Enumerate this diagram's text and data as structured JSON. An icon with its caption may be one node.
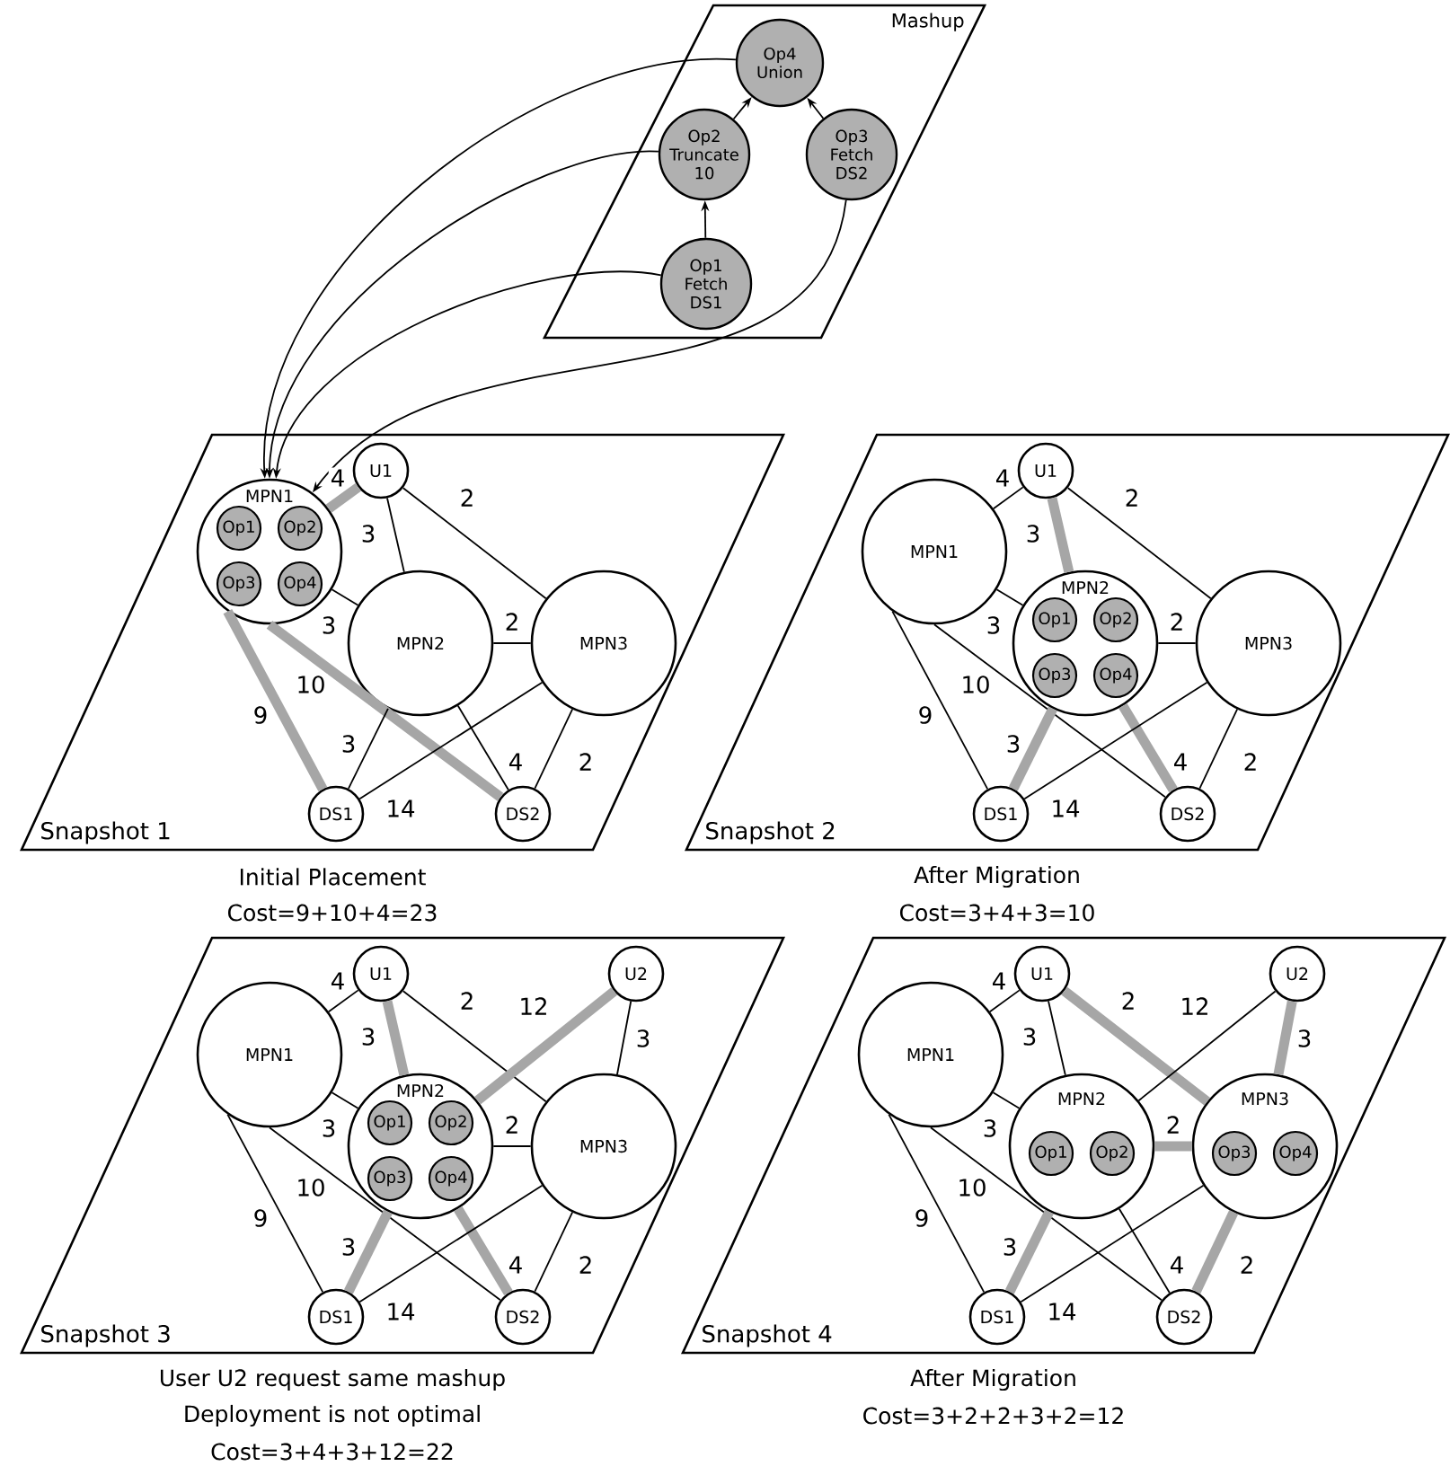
{
  "diagram": {
    "nodes": [
      {
        "text": [
          "Mashup"
        ]
      },
      {
        "text": [
          "Op4 Union"
        ],
        "in": 0
      },
      {
        "text": [
          "Op2 Truncate 10"
        ],
        "in": 0
      },
      {
        "text": [
          "Op3 Fetch DS2"
        ],
        "in": 0
      },
      {
        "text": [
          "Op1 Fetch DS1"
        ],
        "in": 0
      },
      {
        "text": [
          "Snapshot 1"
        ],
        "beside": [
          "Initial Placement",
          "Cost=9+10+4=23"
        ]
      },
      {
        "text": [
          "U1"
        ],
        "in": 5
      },
      {
        "text": [
          "MPN1"
        ],
        "in": 5
      },
      {
        "text": [
          "Op1"
        ],
        "in": 7
      },
      {
        "text": [
          "Op2"
        ],
        "in": 7
      },
      {
        "text": [
          "Op3"
        ],
        "in": 7
      },
      {
        "text": [
          "Op4"
        ],
        "in": 7
      },
      {
        "text": [
          "MPN2"
        ],
        "in": 5
      },
      {
        "text": [
          "MPN3"
        ],
        "in": 5
      },
      {
        "text": [
          "DS1"
        ],
        "in": 5
      },
      {
        "text": [
          "DS2"
        ],
        "in": 5
      },
      {
        "text": [
          "Snapshot 2"
        ],
        "beside": [
          "After Migration",
          "Cost=3+4+3=10"
        ]
      },
      {
        "text": [
          "U1"
        ],
        "in": 16
      },
      {
        "text": [
          "MPN1"
        ],
        "in": 16
      },
      {
        "text": [
          "MPN2"
        ],
        "in": 16
      },
      {
        "text": [
          "Op1"
        ],
        "in": 19
      },
      {
        "text": [
          "Op2"
        ],
        "in": 19
      },
      {
        "text": [
          "Op3"
        ],
        "in": 19
      },
      {
        "text": [
          "Op4"
        ],
        "in": 19
      },
      {
        "text": [
          "MPN3"
        ],
        "in": 16
      },
      {
        "text": [
          "DS1"
        ],
        "in": 16
      },
      {
        "text": [
          "DS2"
        ],
        "in": 16
      },
      {
        "text": [
          "Snapshot 3"
        ],
        "beside": [
          "User U2 request same mashup",
          "Deployment is not optimal",
          "Cost=3+4+3+12=22"
        ]
      },
      {
        "text": [
          "U1"
        ],
        "in": 27
      },
      {
        "text": [
          "U2"
        ],
        "in": 27
      },
      {
        "text": [
          "MPN1"
        ],
        "in": 27
      },
      {
        "text": [
          "MPN2"
        ],
        "in": 27
      },
      {
        "text": [
          "Op1"
        ],
        "in": 31
      },
      {
        "text": [
          "Op2"
        ],
        "in": 31
      },
      {
        "text": [
          "Op3"
        ],
        "in": 31
      },
      {
        "text": [
          "Op4"
        ],
        "in": 31
      },
      {
        "text": [
          "MPN3"
        ],
        "in": 27
      },
      {
        "text": [
          "DS1"
        ],
        "in": 27
      },
      {
        "text": [
          "DS2"
        ],
        "in": 27
      },
      {
        "text": [
          "Snapshot 4"
        ],
        "beside": [
          "After Migration",
          "Cost=3+2+2+3+2=12"
        ]
      },
      {
        "text": [
          "U1"
        ],
        "in": 39
      },
      {
        "text": [
          "U2"
        ],
        "in": 39
      },
      {
        "text": [
          "MPN1"
        ],
        "in": 39
      },
      {
        "text": [
          "MPN2"
        ],
        "in": 39
      },
      {
        "text": [
          "Op1"
        ],
        "in": 43
      },
      {
        "text": [
          "Op2"
        ],
        "in": 43
      },
      {
        "text": [
          "MPN3"
        ],
        "in": 39
      },
      {
        "text": [
          "Op3"
        ],
        "in": 46
      },
      {
        "text": [
          "Op4"
        ],
        "in": 46
      },
      {
        "text": [
          "DS1"
        ],
        "in": 39
      },
      {
        "text": [
          "DS2"
        ],
        "in": 39
      }
    ],
    "edges": [
      {
        "from": 4,
        "to": 2,
        "arrow": "to"
      },
      {
        "from": 2,
        "to": 1,
        "arrow": "to"
      },
      {
        "from": 3,
        "to": 1,
        "arrow": "to"
      },
      {
        "from": 1,
        "to": 7,
        "arrow": "to"
      },
      {
        "from": 2,
        "to": 7,
        "arrow": "to"
      },
      {
        "from": 4,
        "to": 7,
        "arrow": "to"
      },
      {
        "from": 3,
        "to": 7,
        "arrow": "to"
      },
      {
        "from": 7,
        "to": 6,
        "arrow": "none",
        "label": "4",
        "style": "thick",
        "color": "#a6a6a6"
      },
      {
        "from": 6,
        "to": 12,
        "arrow": "none",
        "label": "3"
      },
      {
        "from": 6,
        "to": 13,
        "arrow": "none",
        "label": "2"
      },
      {
        "from": 7,
        "to": 12,
        "arrow": "none",
        "label": "3"
      },
      {
        "from": 12,
        "to": 13,
        "arrow": "none",
        "label": "2"
      },
      {
        "from": 7,
        "to": 14,
        "arrow": "none",
        "label": "9",
        "style": "thick",
        "color": "#a6a6a6"
      },
      {
        "from": 7,
        "to": 15,
        "arrow": "none",
        "label": "10",
        "style": "thick",
        "color": "#a6a6a6"
      },
      {
        "from": 12,
        "to": 14,
        "arrow": "none",
        "label": "3"
      },
      {
        "from": 12,
        "to": 15,
        "arrow": "none",
        "label": "4"
      },
      {
        "from": 13,
        "to": 14,
        "arrow": "none",
        "label": "14"
      },
      {
        "from": 13,
        "to": 15,
        "arrow": "none",
        "label": "2"
      },
      {
        "from": 18,
        "to": 17,
        "arrow": "none",
        "label": "4"
      },
      {
        "from": 17,
        "to": 19,
        "arrow": "none",
        "label": "3",
        "style": "thick",
        "color": "#a6a6a6"
      },
      {
        "from": 17,
        "to": 24,
        "arrow": "none",
        "label": "2"
      },
      {
        "from": 18,
        "to": 19,
        "arrow": "none",
        "label": "3"
      },
      {
        "from": 19,
        "to": 24,
        "arrow": "none",
        "label": "2"
      },
      {
        "from": 18,
        "to": 25,
        "arrow": "none",
        "label": "9"
      },
      {
        "from": 18,
        "to": 26,
        "arrow": "none",
        "label": "10"
      },
      {
        "from": 19,
        "to": 25,
        "arrow": "none",
        "label": "3",
        "style": "thick",
        "color": "#a6a6a6"
      },
      {
        "from": 19,
        "to": 26,
        "arrow": "none",
        "label": "4",
        "style": "thick",
        "color": "#a6a6a6"
      },
      {
        "from": 24,
        "to": 25,
        "arrow": "none",
        "label": "14"
      },
      {
        "from": 24,
        "to": 26,
        "arrow": "none",
        "label": "2"
      },
      {
        "from": 30,
        "to": 28,
        "arrow": "none",
        "label": "4"
      },
      {
        "from": 28,
        "to": 31,
        "arrow": "none",
        "label": "3",
        "style": "thick",
        "color": "#a6a6a6"
      },
      {
        "from": 28,
        "to": 36,
        "arrow": "none",
        "label": "2"
      },
      {
        "from": 29,
        "to": 31,
        "arrow": "none",
        "label": "12",
        "style": "thick",
        "color": "#a6a6a6"
      },
      {
        "from": 29,
        "to": 36,
        "arrow": "none",
        "label": "3"
      },
      {
        "from": 30,
        "to": 31,
        "arrow": "none",
        "label": "3"
      },
      {
        "from": 31,
        "to": 36,
        "arrow": "none",
        "label": "2"
      },
      {
        "from": 30,
        "to": 37,
        "arrow": "none",
        "label": "9"
      },
      {
        "from": 30,
        "to": 38,
        "arrow": "none",
        "label": "10"
      },
      {
        "from": 31,
        "to": 37,
        "arrow": "none",
        "label": "3",
        "style": "thick",
        "color": "#a6a6a6"
      },
      {
        "from": 31,
        "to": 38,
        "arrow": "none",
        "label": "4",
        "style": "thick",
        "color": "#a6a6a6"
      },
      {
        "from": 36,
        "to": 37,
        "arrow": "none",
        "label": "14"
      },
      {
        "from": 36,
        "to": 38,
        "arrow": "none",
        "label": "2"
      },
      {
        "from": 42,
        "to": 40,
        "arrow": "none",
        "label": "4"
      },
      {
        "from": 40,
        "to": 43,
        "arrow": "none",
        "label": "3"
      },
      {
        "from": 40,
        "to": 46,
        "arrow": "none",
        "label": "2",
        "style": "thick",
        "color": "#a6a6a6"
      },
      {
        "from": 41,
        "to": 43,
        "arrow": "none",
        "label": "12"
      },
      {
        "from": 41,
        "to": 46,
        "arrow": "none",
        "label": "3",
        "style": "thick",
        "color": "#a6a6a6"
      },
      {
        "from": 42,
        "to": 43,
        "arrow": "none",
        "label": "3"
      },
      {
        "from": 43,
        "to": 46,
        "arrow": "none",
        "label": "2",
        "style": "thick",
        "color": "#a6a6a6"
      },
      {
        "from": 42,
        "to": 49,
        "arrow": "none",
        "label": "9"
      },
      {
        "from": 42,
        "to": 50,
        "arrow": "none",
        "label": "10"
      },
      {
        "from": 43,
        "to": 49,
        "arrow": "none",
        "label": "3",
        "style": "thick",
        "color": "#a6a6a6"
      },
      {
        "from": 43,
        "to": 50,
        "arrow": "none",
        "label": "4"
      },
      {
        "from": 46,
        "to": 49,
        "arrow": "none",
        "label": "14"
      },
      {
        "from": 46,
        "to": 50,
        "arrow": "none",
        "label": "2",
        "style": "thick",
        "color": "#a6a6a6"
      }
    ]
  }
}
